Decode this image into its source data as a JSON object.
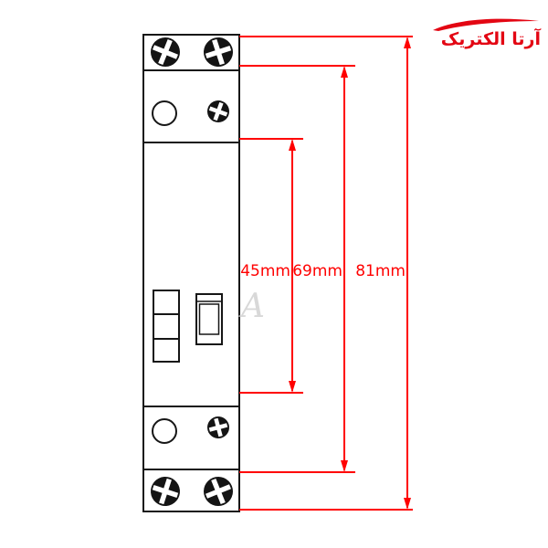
{
  "page": {
    "background_color": "#ffffff"
  },
  "logo": {
    "brand_text": "آرتا الکتریک",
    "brand_color": "#e30613"
  },
  "watermark": {
    "letter": "A"
  },
  "diagram": {
    "dimensions": {
      "inner_height": {
        "label": "45mm"
      },
      "middle_height": {
        "label": "69mm"
      },
      "overall_height": {
        "label": "81mm"
      }
    },
    "colors": {
      "dimension_line": "#ff0000",
      "outline": "#161616",
      "watermark_gray": "#cccccc"
    }
  }
}
